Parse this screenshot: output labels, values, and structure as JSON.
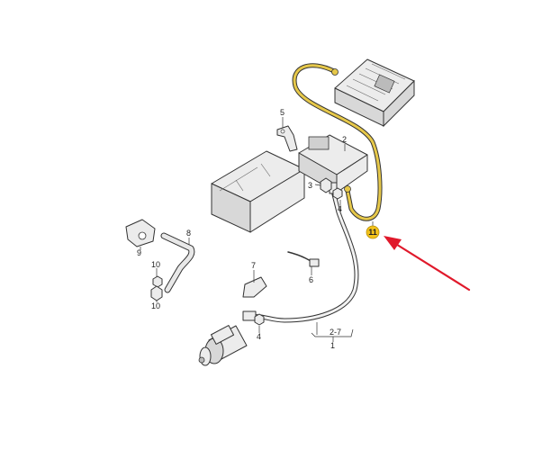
{
  "callouts": {
    "c1": "1",
    "c2": "2",
    "c2_7": "2-7",
    "c3": "3",
    "c4a": "4",
    "c4b": "4",
    "c5": "5",
    "c6": "6",
    "c7": "7",
    "c8": "8",
    "c9": "9",
    "c10a": "10",
    "c10b": "10",
    "c11": "11"
  },
  "colors": {
    "highlight_cable": "#e6c84a",
    "highlight_badge": "#f2c21b",
    "arrow": "#e0192b",
    "outline": "#333333"
  }
}
